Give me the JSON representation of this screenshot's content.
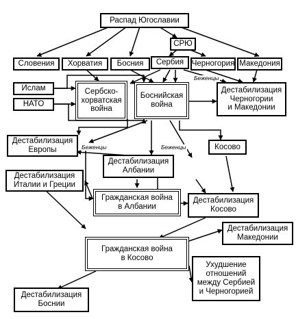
{
  "nodes": {
    "collapse": "Распад Югославии",
    "sryu": "СРЮ",
    "slovenia": "Словения",
    "croatia": "Хорватия",
    "bosnia": "Босния",
    "serbia": "Сербия",
    "montenegro": "Черногория",
    "macedonia": "Македония",
    "islam": "Ислам",
    "nato": "НАТО",
    "serb_croat_war": "Сербско-\nхорватская\nвойна",
    "bosnian_war": "Боснийская\nвойна",
    "destab_mont_mac": "Дестабилизация\nЧерногории\nи Македонии",
    "destab_europe": "Дестабилизация\nЕвропы",
    "kosovo": "Косово",
    "destab_albania": "Дестабилизация\nАлбании",
    "destab_italy_greece": "Дестабилизация\nИталии и Греции",
    "civil_war_albania": "Гражданская война\nв Албании",
    "destab_kosovo": "Дестабилизация\nКосово",
    "destab_macedonia": "Дестабилизация\nМакедонии",
    "civil_war_kosovo": "Гражданская война\nв Косово",
    "serbia_montenegro": "Ухудшение\nотношений\nмежду Сербией\nи Черногорией",
    "destab_bosnia": "Дестабилизация\nБоснии"
  },
  "labels": {
    "refugees_1": "Беженцы",
    "refugees_2": "Беженцы",
    "refugees_3": "Беженцы"
  }
}
